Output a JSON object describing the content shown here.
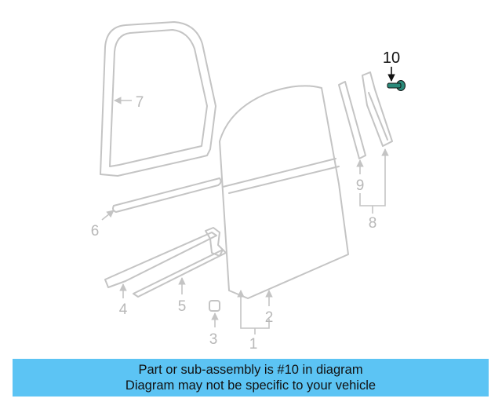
{
  "diagram": {
    "callouts": [
      "10",
      "7",
      "9",
      "8",
      "6",
      "4",
      "5",
      "2",
      "3",
      "1"
    ],
    "highlight_color": "#5cc4f4",
    "part_color": "#c4c4c4",
    "selected_part_color": "#2a8a7a"
  },
  "banner": {
    "line1": "Part or sub-assembly is #10 in diagram",
    "line2": "Diagram may not be specific to your vehicle",
    "background": "#5cc4f4"
  }
}
